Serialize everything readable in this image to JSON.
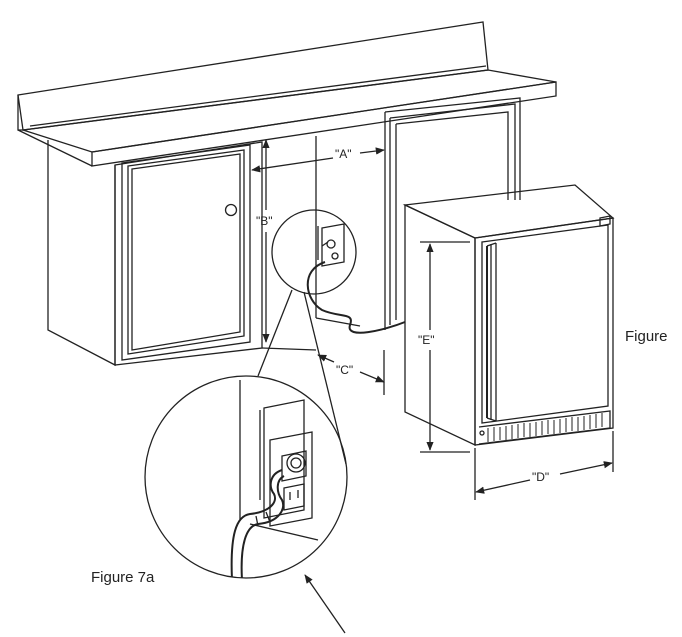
{
  "labels": {
    "dim_a": "\"A\"",
    "dim_b": "\"B\"",
    "dim_c": "\"C\"",
    "dim_d": "\"D\"",
    "dim_e": "\"E\"",
    "figure_side": "Figure",
    "figure_7a": "Figure 7a"
  }
}
